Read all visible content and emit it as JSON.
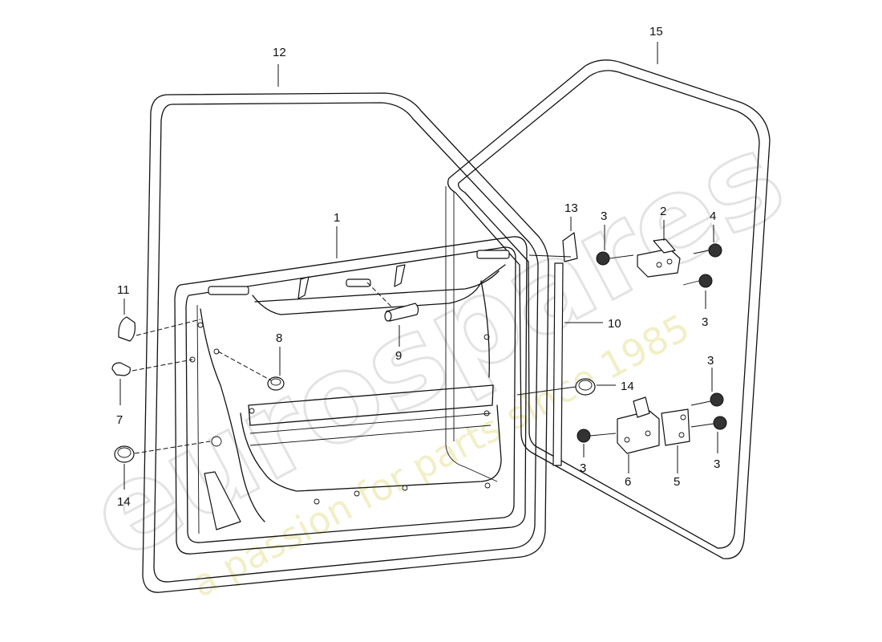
{
  "watermark": {
    "brand": "eurospares",
    "tagline": "a passion for parts since 1985"
  },
  "callouts": {
    "c1": "1",
    "c2": "2",
    "c3a": "3",
    "c3b": "3",
    "c3c": "3",
    "c3d": "3",
    "c3e": "3",
    "c4": "4",
    "c5": "5",
    "c6": "6",
    "c7": "7",
    "c8": "8",
    "c9": "9",
    "c10": "10",
    "c11": "11",
    "c12": "12",
    "c13": "13",
    "c14a": "14",
    "c14b": "14",
    "c15": "15"
  }
}
